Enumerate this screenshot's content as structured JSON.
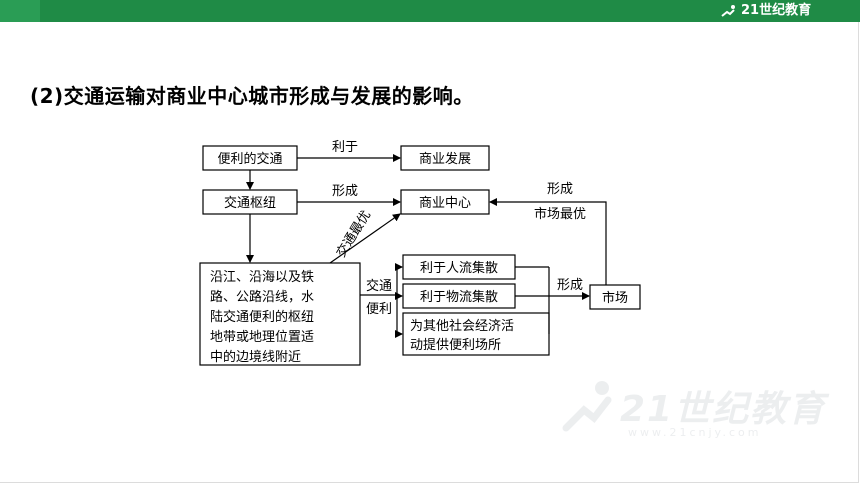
{
  "header": {
    "brand": "21世纪教育",
    "brand_color": "#1f8b46"
  },
  "slide": {
    "heading": "(2)交通运输对商业中心城市形成与发展的影响。"
  },
  "diagram": {
    "nodes": {
      "convenient_transport": "便利的交通",
      "commerce_dev": "商业发展",
      "hub": "交通枢纽",
      "commerce_center": "商业中心",
      "location_l1": "沿江、沿海以及铁",
      "location_l2": "路、公路沿线，水",
      "location_l3": "陆交通便利的枢纽",
      "location_l4": "地带或地理位置适",
      "location_l5": "中的边境线附近",
      "people_flow": "利于人流集散",
      "goods_flow": "利于物流集散",
      "econ_l1": "为其他社会经济活",
      "econ_l2": "动提供便利场所",
      "market": "市场"
    },
    "edges": {
      "benefit": "利于",
      "form1": "形成",
      "transport_best": "交通最优",
      "transport_conv_1": "交通",
      "transport_conv_2": "便利",
      "form2": "形成",
      "form3": "形成",
      "market_best": "市场最优"
    }
  },
  "watermark": {
    "text": "21世纪教育",
    "url": "www.21cnjy.com"
  }
}
